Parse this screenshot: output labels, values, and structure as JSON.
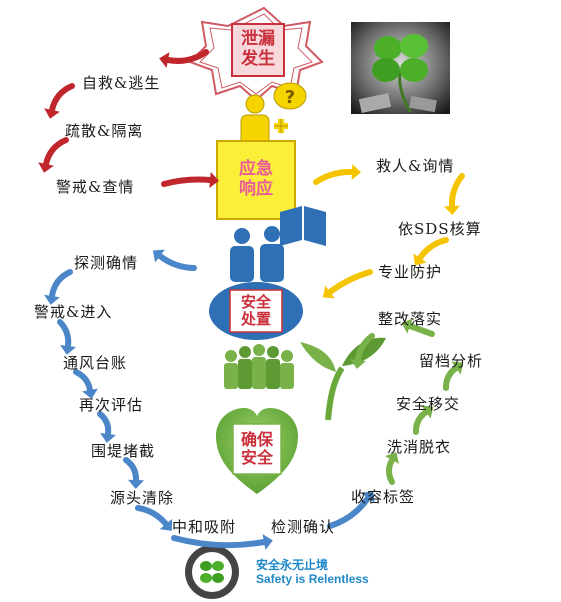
{
  "colors": {
    "red_arrow": "#c0272d",
    "yellow_arrow": "#f5c400",
    "blue_arrow": "#4a86c8",
    "green_arrow": "#7ab24a",
    "slogan": "#1e88c8"
  },
  "nodes": {
    "leak": {
      "line1": "泄漏",
      "line2": "发生"
    },
    "response": {
      "line1": "应急",
      "line2": "响应"
    },
    "disposal": {
      "line1": "安全",
      "line2": "处置"
    },
    "ensure": {
      "line1": "确保",
      "line2": "安全"
    }
  },
  "red_branch": [
    "自救&逃生",
    "疏散&隔离",
    "警戒&查情"
  ],
  "yellow_branch": [
    "救人&询情",
    "依SDS核算",
    "专业防护"
  ],
  "blue_branch": [
    "探测确情",
    "警戒&进入",
    "通风台账",
    "再次评估",
    "围堤堵截",
    "源头清除",
    "中和吸附",
    "检测确认"
  ],
  "green_branch": [
    "收容标签",
    "洗消脱衣",
    "安全移交",
    "留档分析",
    "整改落实"
  ],
  "slogan": {
    "cn": "安全永无止境",
    "en": "Safety is Relentless"
  },
  "icons": [
    "clover-photo",
    "question-person-icon",
    "people-book-icon",
    "crowd-icon",
    "sprout-icon",
    "clover-seal-icon"
  ]
}
